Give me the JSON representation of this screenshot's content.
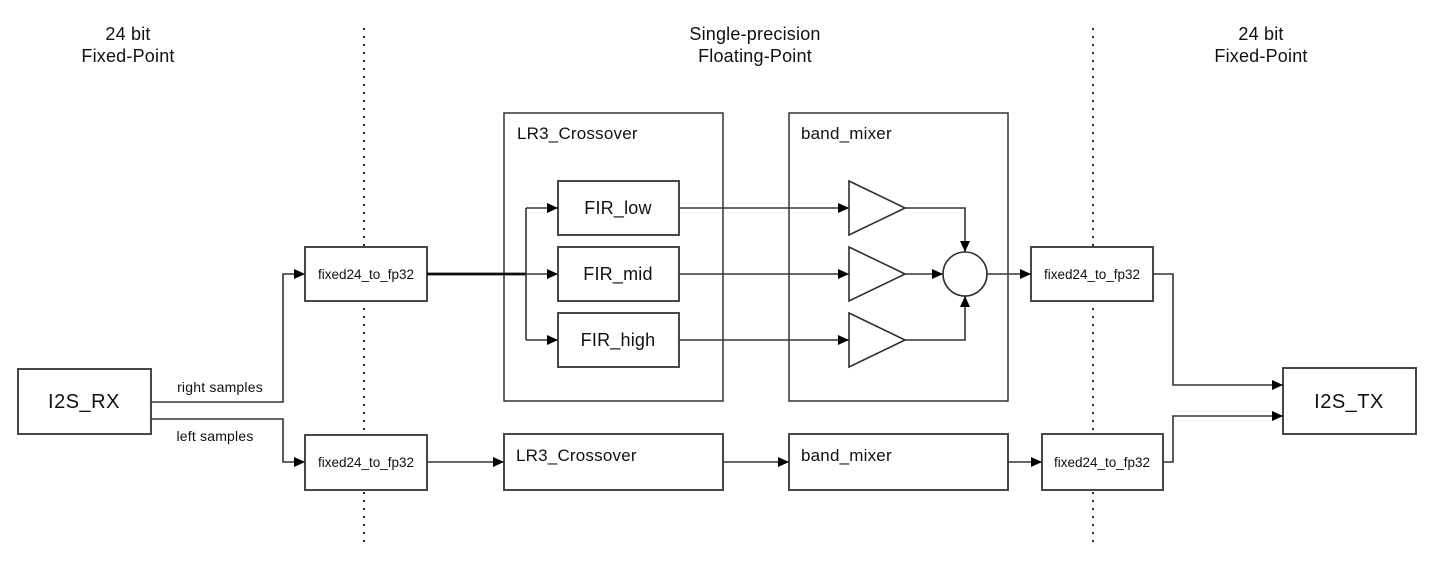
{
  "diagram": {
    "kind": "signal-flow block diagram",
    "headers": {
      "left": {
        "line1": "24 bit",
        "line2": "Fixed-Point"
      },
      "middle": {
        "line1": "Single-precision",
        "line2": "Floating-Point"
      },
      "right": {
        "line1": "24 bit",
        "line2": "Fixed-Point"
      }
    },
    "blocks": {
      "i2s_rx": "I2S_RX",
      "i2s_tx": "I2S_TX",
      "conv_top_left": "fixed24_to_fp32",
      "conv_top_right": "fixed24_to_fp32",
      "conv_bottom_left": "fixed24_to_fp32",
      "conv_bottom_right": "fixed24_to_fp32",
      "crossover_top_title": "LR3_Crossover",
      "crossover_bottom": "LR3_Crossover",
      "mixer_top_title": "band_mixer",
      "mixer_bottom": "band_mixer",
      "fir_low": "FIR_low",
      "fir_mid": "FIR_mid",
      "fir_high": "FIR_high"
    },
    "edge_labels": {
      "right_samples": "right samples",
      "left_samples": "left samples"
    },
    "colors": {
      "background": "#ffffff",
      "line": "#333333",
      "text": "#111111"
    }
  }
}
